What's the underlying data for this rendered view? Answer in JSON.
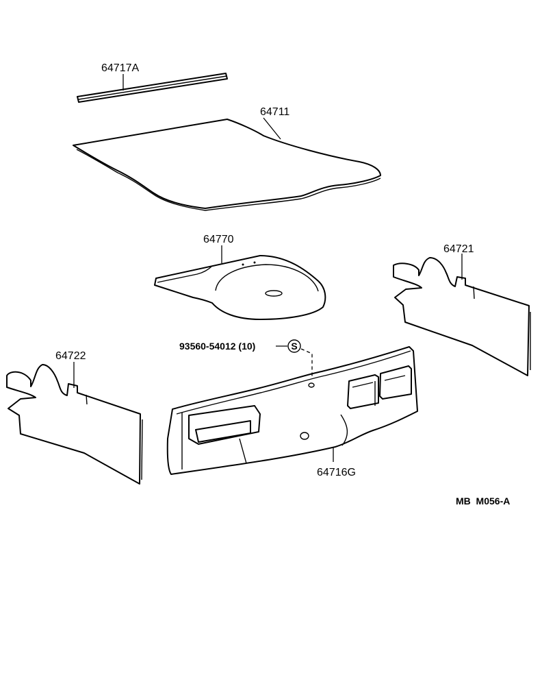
{
  "parts": {
    "weatherstrip": "64717A",
    "trunk_mat": "64711",
    "spare_cover": "64770",
    "side_trim_right": "64721",
    "side_trim_left": "64722",
    "back_panel_trim": "64716G"
  },
  "fastener": {
    "label": "93560-54012 (10)",
    "symbol": "S"
  },
  "drawing_code": "MB  M056-A",
  "colors": {
    "line": "#000000",
    "background": "#ffffff"
  }
}
